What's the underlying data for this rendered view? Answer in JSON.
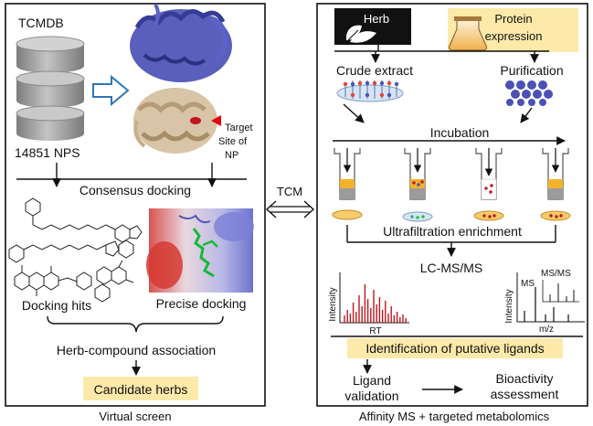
{
  "left_panel": {
    "db_name": "TCMDB",
    "db_count": "14851 NPS",
    "target_label": [
      "Target",
      "Site of",
      "NP"
    ],
    "consensus": "Consensus docking",
    "docking_hits": "Docking hits",
    "precise_docking": "Precise docking",
    "association": "Herb-compound association",
    "result": "Candidate herbs",
    "caption": "Virtual screen"
  },
  "connector": {
    "label": "TCM"
  },
  "right_panel": {
    "herb": "Herb",
    "protein_expression": [
      "Protein",
      "expression"
    ],
    "crude_extract": "Crude extract",
    "purification": "Purification",
    "incubation": "Incubation",
    "ultrafiltration": "Ultrafiltration enrichment",
    "lcms": "LC-MS/MS",
    "plot1_ylabel": "Intensity",
    "plot1_xlabel": "RT",
    "plot2_ylabel": "Intensity",
    "plot2_xlabel": "m/z",
    "plot2_ms": "MS",
    "plot2_msms": "MS/MS",
    "identification": "Identification of putative ligands",
    "ligand_validation": [
      "Ligand",
      "validation"
    ],
    "bioactivity": [
      "Bioactivity",
      "assessment"
    ],
    "caption": "Affinity MS + targeted metabolomics"
  },
  "colors": {
    "highlight": "#fde9a9",
    "red_peaks": "#c0161c",
    "protein_blue": "#4b51b5",
    "protein_tan": "#d8c4a6",
    "cylinder_gray": "#9b9b9b",
    "tube_yellow": "#f3b22a"
  }
}
